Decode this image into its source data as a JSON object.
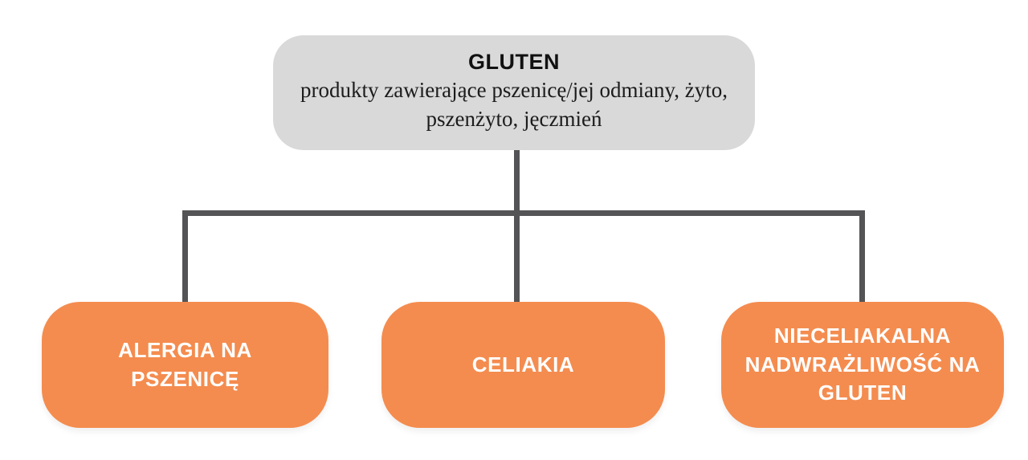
{
  "diagram": {
    "type": "tree",
    "root": {
      "title": "GLUTEN",
      "subtitle": "produkty zawierające pszenicę/jej odmiany, żyto, pszenżyto, jęczmień"
    },
    "children": [
      {
        "id": "alergia",
        "label": "ALERGIA NA PSZENICĘ"
      },
      {
        "id": "celiakia",
        "label": "CELIAKIA"
      },
      {
        "id": "niecel",
        "label": "NIECELIAKALNA NADWRAŻLIWOŚĆ NA GLUTEN"
      }
    ]
  },
  "colors": {
    "background": "#ffffff",
    "root-bg": "#d9d9d9",
    "node-accent": "#f48c4f",
    "connector": "#545456",
    "text-dark": "#111111",
    "label-text": "#ffffff"
  }
}
